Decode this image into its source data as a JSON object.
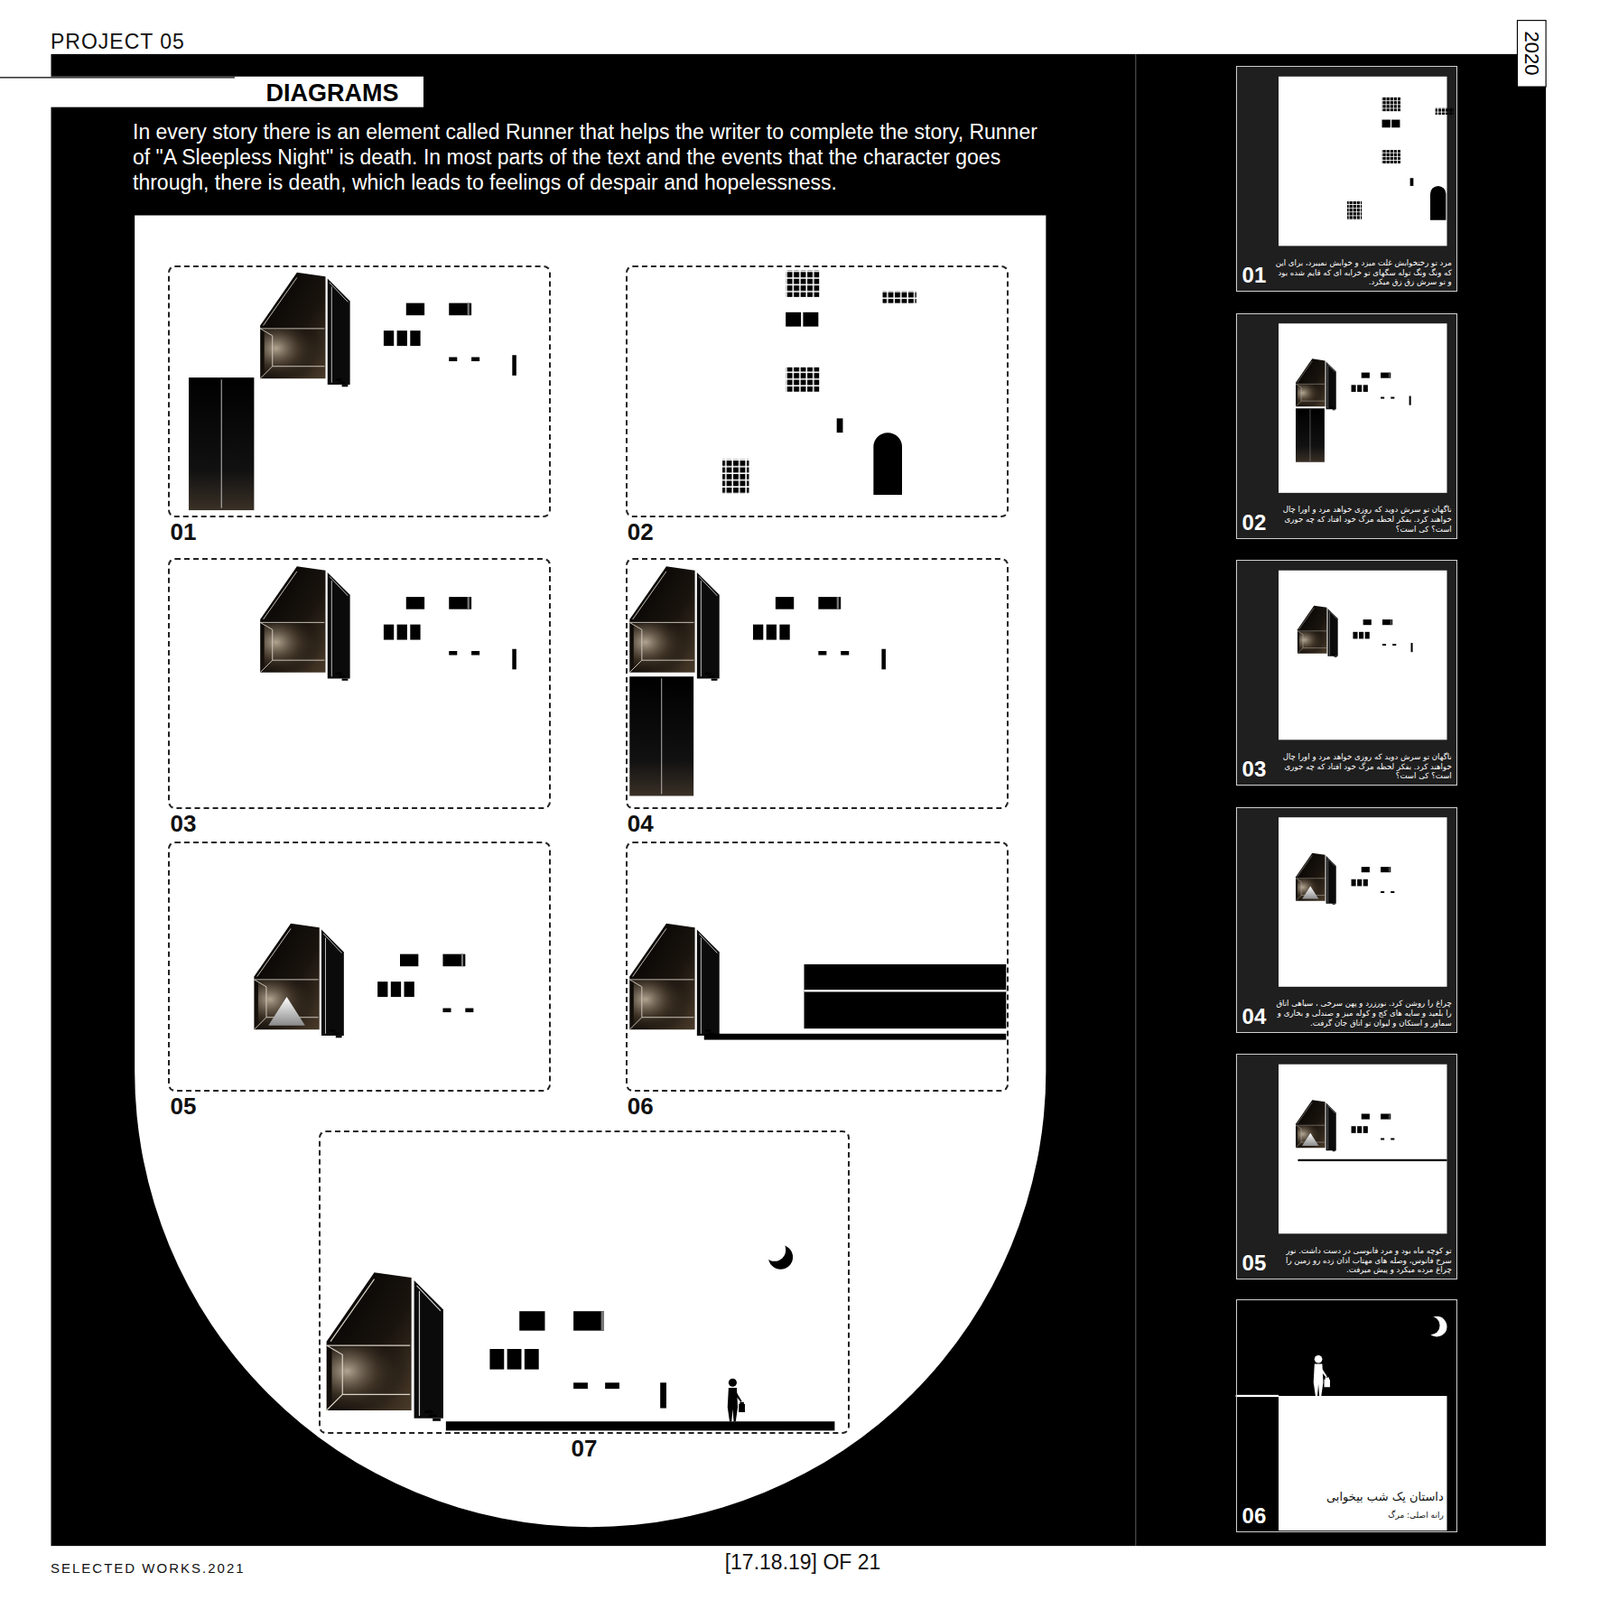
{
  "diagram": {
    "title": "DIAGRAMS",
    "nodes": [
      {
        "text": [
          "01"
        ]
      },
      {
        "text": [
          "02"
        ]
      },
      {
        "text": [
          "03"
        ]
      },
      {
        "text": [
          "04"
        ]
      },
      {
        "text": [
          "05"
        ]
      },
      {
        "text": [
          "06"
        ]
      },
      {
        "text": [
          "07"
        ]
      },
      {
        "text": [
          "01",
          "مرد تو رختخوابش غلت میزد و خوابش نمیبرد، برای این که ونگ ونگ توله سگهای تو خرابه ای که قایم شده بود و تو سرش زق زق میکرد."
        ]
      },
      {
        "text": [
          "02",
          "ناگهان تو سرش دوید که روزی خواهد مرد و اورا چال خواهند کرد. بفکر لحظه مرگ خود افتاد که چه جوری است؟ کی است؟"
        ]
      },
      {
        "text": [
          "03",
          "ناگهان تو سرش دوید که روزی خواهد مرد و اورا چال خواهند کرد. بفکر لحظه مرگ خود افتاد که چه جوری است؟ کی است؟"
        ]
      },
      {
        "text": [
          "04",
          "چراغ را روشن کرد. نورزرد و پهن سرخی ، سیاهی اتاق را بلعید و سایه های کج و کوله میز و صندلی و بخاری و سماور و استکان و لیوان تو اتاق جان گرفت."
        ]
      },
      {
        "text": [
          "05",
          "تو کوچه ماه بود و مرد فانوسی در دست داشت. نور سرخ فانوس، وصله های مهتاب اذان زده رو زمین را چراغ مرده میکرد و پیش میرفت."
        ]
      },
      {
        "text": [
          "06",
          "داستان یک شب بیخوابی",
          "رانه اصلی: مرگ"
        ]
      }
    ],
    "labels": [
      "PROJECT 05",
      "2020",
      "In every story there is an element called Runner that helps the writer to complete the story, Runner of \"A Sleepless Night\" is death. In most parts of the text and the events that the character goes through, there is death, which leads to feelings of despair and hopelessness.",
      "SELECTED WORKS.2021",
      "[17.18.19] OF 21"
    ]
  }
}
